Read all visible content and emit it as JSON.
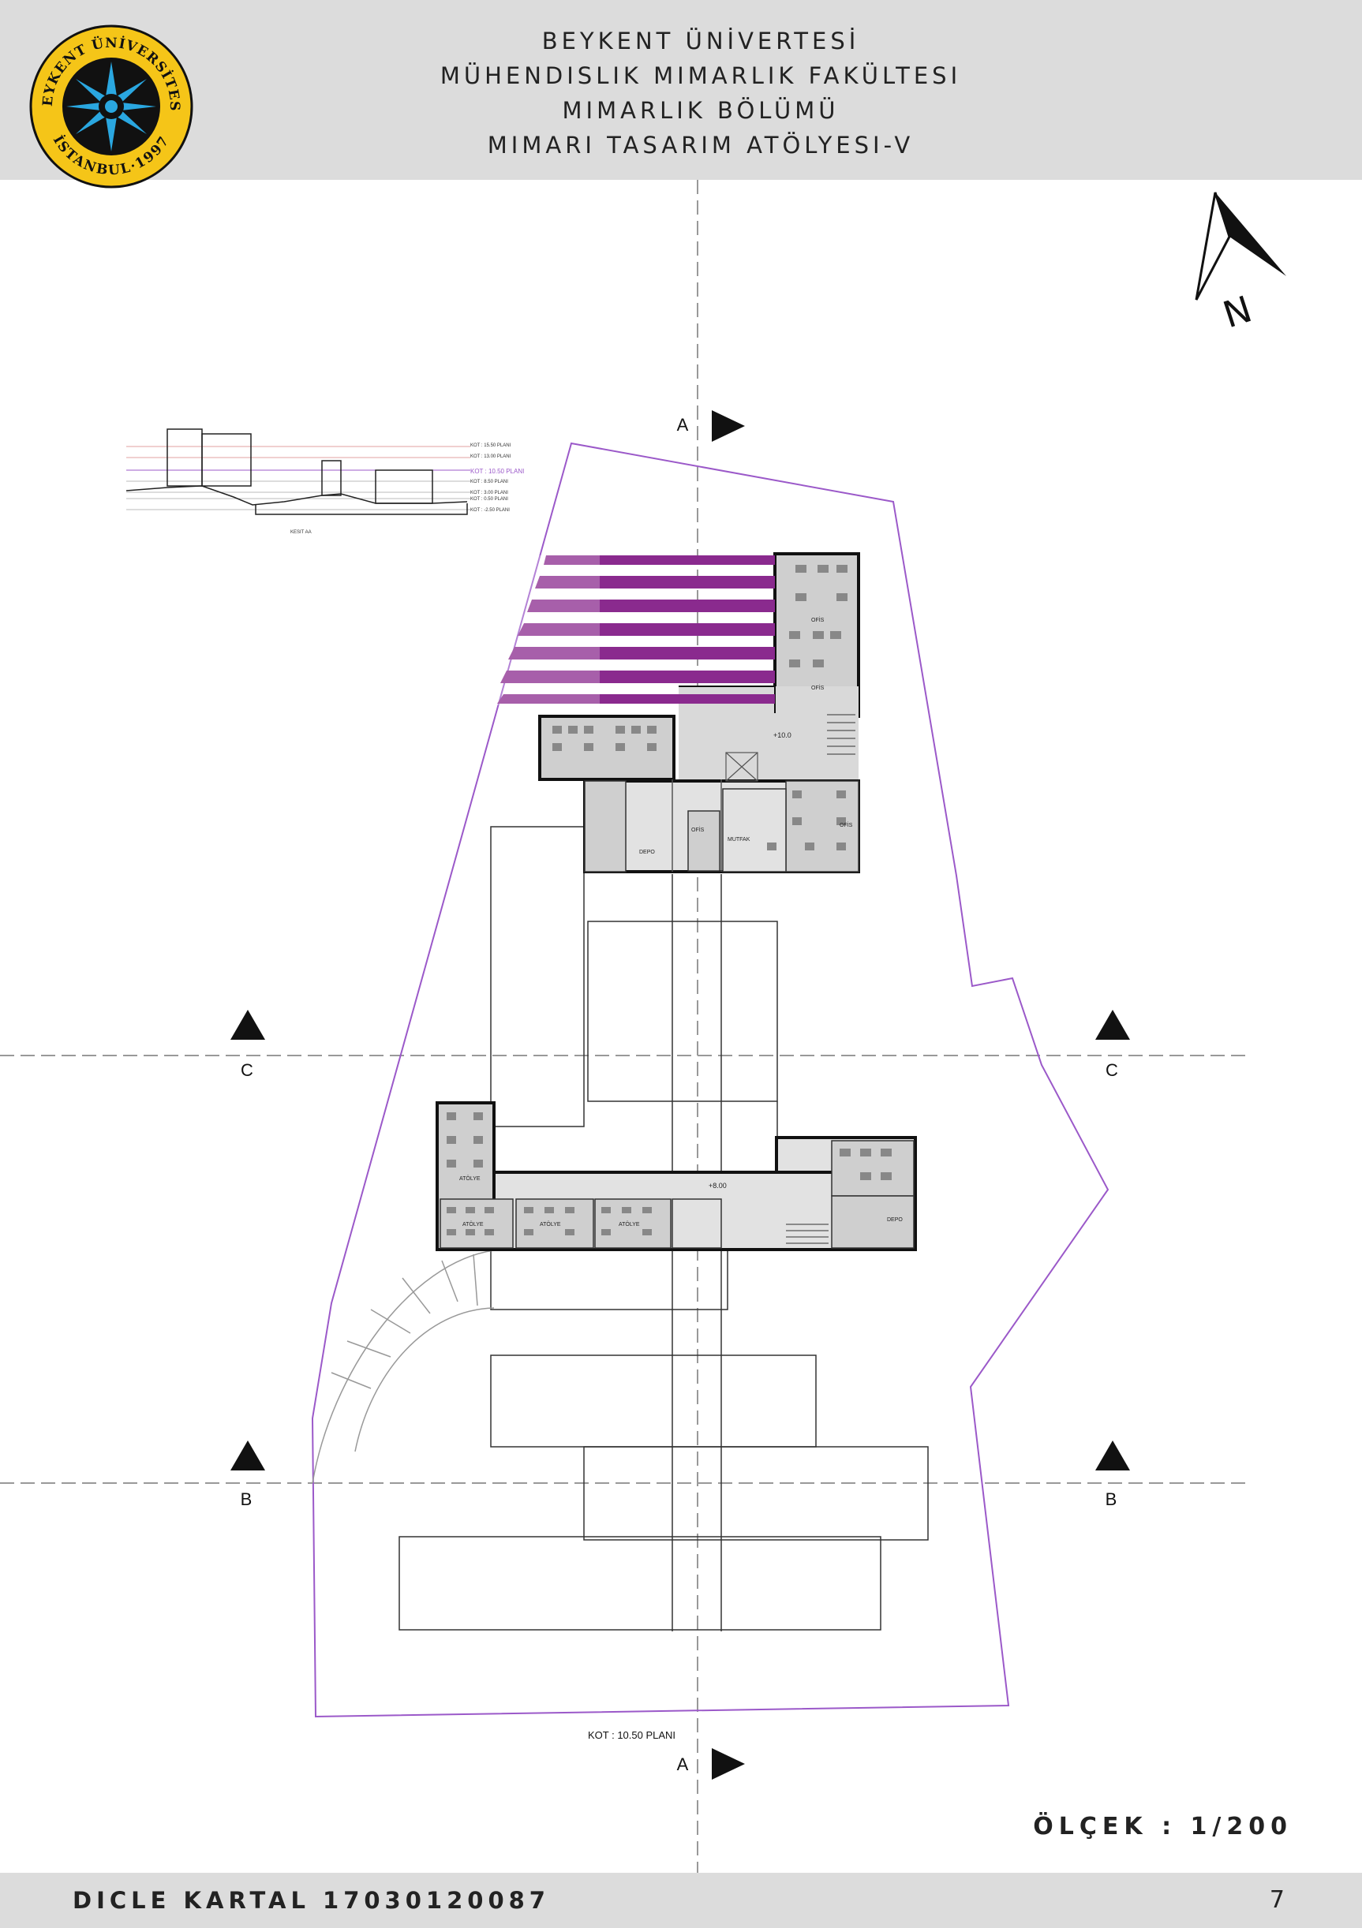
{
  "header": {
    "lines": [
      "BEYKENT ÜNİVERTESİ",
      "MÜHENDISLIK MIMARLIK FAKÜLTESI",
      "MIMARLIK BÖLÜMÜ",
      "MIMARI TASARIM ATÖLYESI-V"
    ],
    "logo_text_top": "BEYKENT ÜNİVERSİTESİ",
    "logo_text_bottom": "İSTANBUL·1997"
  },
  "north_label": "N",
  "section_markers": {
    "a": "A",
    "b": "B",
    "c": "C"
  },
  "plan_label": "KOT : 10.50 PLANI",
  "scale": "ÖLÇEK : 1/200",
  "footer": {
    "author": "DICLE KARTAL 17030120087",
    "page": "7"
  },
  "level_markers": {
    "upper": "+10.0",
    "lower": "+8.00"
  },
  "section_levels": [
    "KOT : 15.50 PLANI",
    "KOT : 13.00 PLANI",
    "KOT : 10.50 PLANI",
    "KOT : 8.50  PLANI",
    "KOT : 3.00  PLANI",
    "KOT : 0.50  PLANI",
    "KOT : -2.50  PLANI"
  ],
  "section_caption": "KESIT AA",
  "room_labels": {
    "ofis": "OFİS",
    "depo": "DEPO",
    "mutfak": "MUTFAK",
    "atolye": "ATÖLYE"
  },
  "colors": {
    "header_bg": "#dcdcdc",
    "site_boundary": "#9b59c9",
    "pergola": "#8a2a8e",
    "floor_fill": "#cfcfcf",
    "wall": "#111111"
  }
}
